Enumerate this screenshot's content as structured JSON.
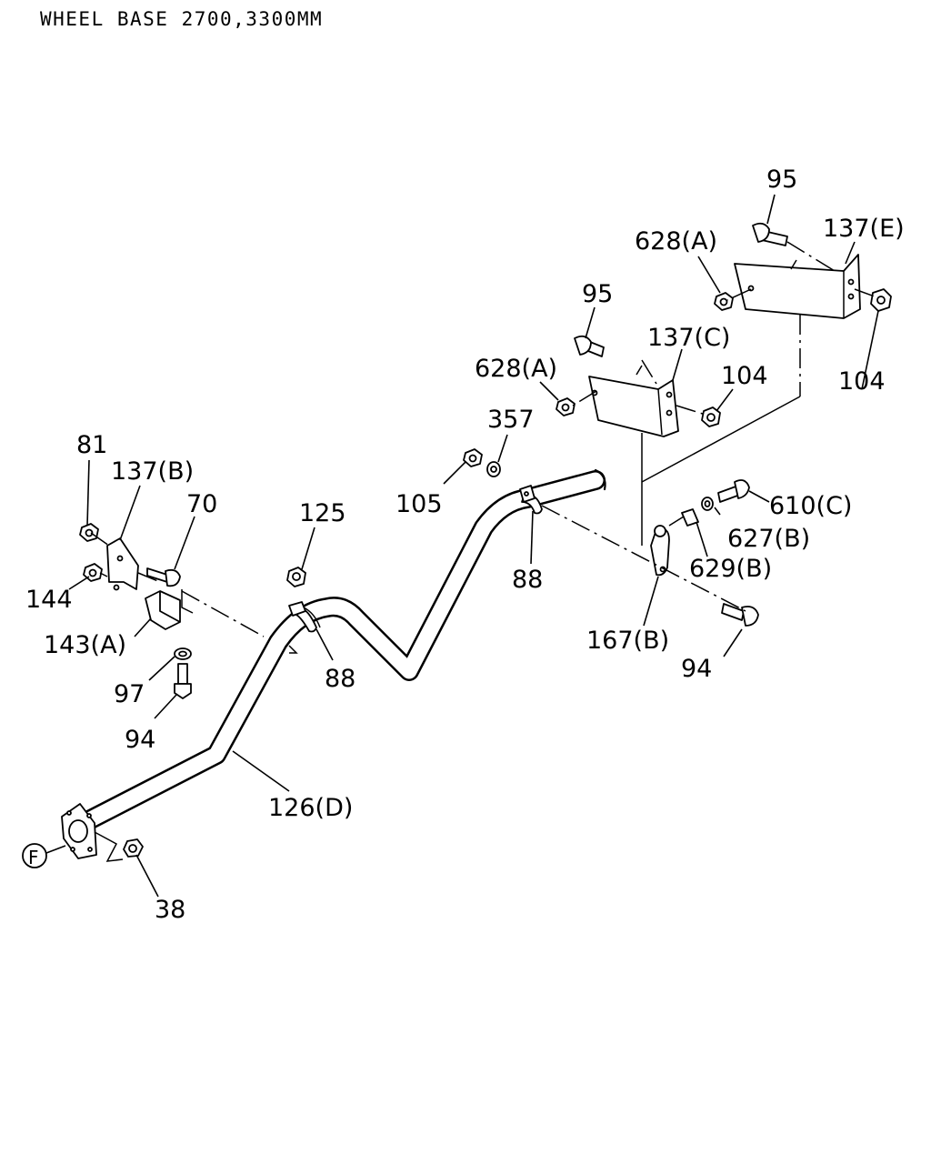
{
  "heading": "WHEEL BASE 2700,3300MM",
  "connector_label": "F",
  "callouts": {
    "c95_top": "95",
    "c137e": "137(E)",
    "c628a_top": "628(A)",
    "c104_right": "104",
    "c95_mid": "95",
    "c137c": "137(C)",
    "c628a_mid": "628(A)",
    "c104_mid": "104",
    "c357": "357",
    "c105": "105",
    "c610c": "610(C)",
    "c627b": "627(B)",
    "c629b": "629(B)",
    "c88_right": "88",
    "c167b": "167(B)",
    "c94_right": "94",
    "c125": "125",
    "c88_mid": "88",
    "c81": "81",
    "c137b": "137(B)",
    "c70": "70",
    "c144": "144",
    "c143a": "143(A)",
    "c97": "97",
    "c94_left": "94",
    "c126d": "126(D)",
    "c38": "38"
  }
}
